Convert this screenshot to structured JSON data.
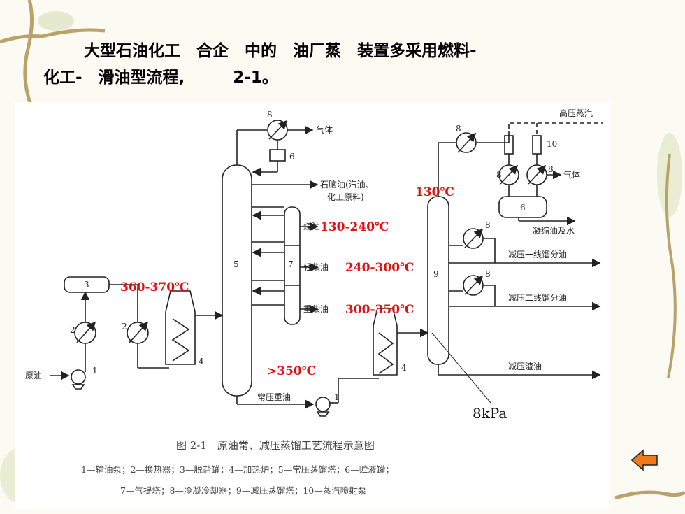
{
  "slide": {
    "title_line1": "大型石油化工　合企　中的　油厂蒸　装置多采用燃料-",
    "title_line2": "化工-　滑油型流程,　　　2-1。"
  },
  "diagram": {
    "labels": {
      "gas_top": "气体",
      "hp_steam": "高压蒸汽",
      "gas_right": "气体",
      "naphtha_1": "石脑油(汽油、",
      "naphtha_2": "化工原料)",
      "kerosene": "煤油",
      "light_diesel": "轻柴油",
      "heavy_diesel": "重柴油",
      "condensate": "凝缩油及水",
      "vac_cut1": "减压一线馏分油",
      "vac_cut2": "减压二线馏分油",
      "vac_residue": "减压渣油",
      "atm_heavy_oil": "常压重油",
      "crude_oil": "原油"
    },
    "numbers": {
      "n8a": "8",
      "n6a": "6",
      "n8b": "8",
      "n10": "10",
      "n8c": "8",
      "n8d": "8",
      "n6b": "6",
      "n8e": "8",
      "n8f": "8",
      "n5": "5",
      "n7": "7",
      "n9": "9",
      "n3": "3",
      "n2a": "2",
      "n2b": "2",
      "n4a": "4",
      "n4b": "4",
      "n1a": "1",
      "n1b": "1"
    },
    "temps": {
      "t_top_vac": "130℃",
      "t_kerosene": "130-240℃",
      "t_light_diesel": "240-300℃",
      "t_heavy_diesel": "300-350℃",
      "t_furnace": "360-370℃",
      "t_residue": ">350℃"
    },
    "pressure": "8kPa",
    "caption": "图 2-1　原油常、减压蒸馏工艺流程示意图",
    "legend_line1": "1—输油泵；2—换热器；3—脱盐罐；4—加热炉；5—常压蒸馏塔；6—贮液罐；",
    "legend_line2": "7—气提塔；8—冷凝冷却器；9—减压蒸馏塔；10—蒸汽喷射泵"
  },
  "colors": {
    "temperature_text": "#e01010",
    "back_arrow_fill": "#f07a1a"
  },
  "icons": {
    "back": "left-arrow-icon"
  }
}
